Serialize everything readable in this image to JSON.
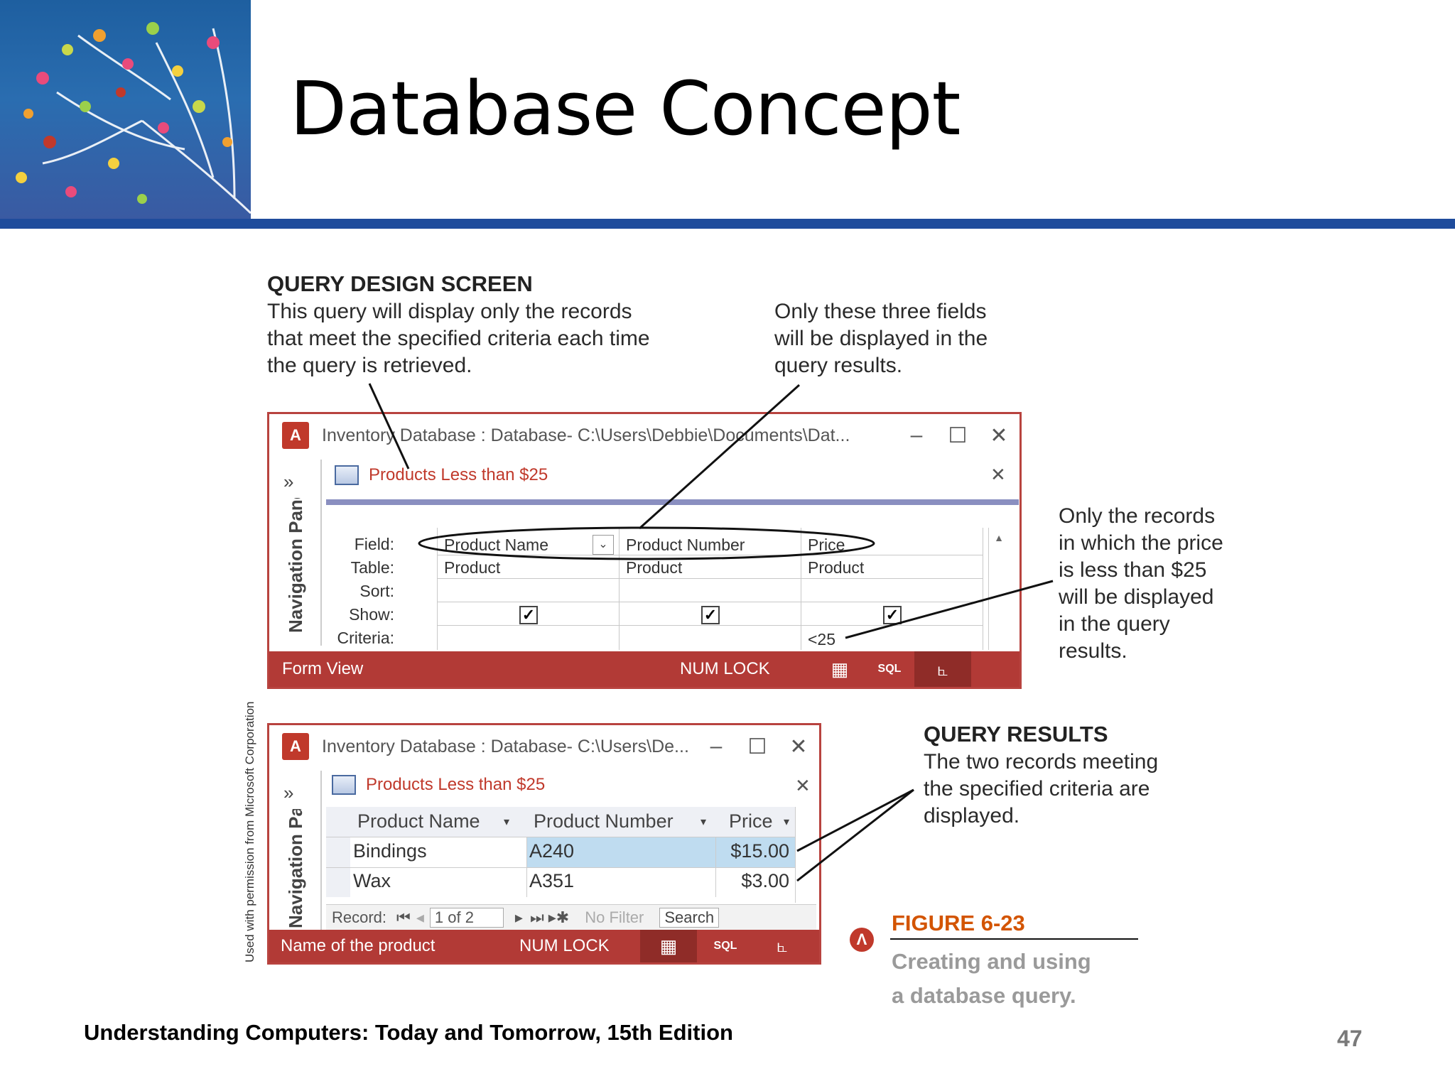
{
  "slide": {
    "title": "Database Concept",
    "footer": "Understanding Computers: Today and Tomorrow, 15th Edition",
    "page_number": "47",
    "credit": "Used with permission from Microsoft Corporation"
  },
  "callouts": {
    "design_title": "QUERY DESIGN SCREEN",
    "design_lines": [
      "This query will display only the records",
      "that meet the specified criteria each time",
      "the query is retrieved."
    ],
    "fields_lines": [
      "Only these three fields",
      "will be displayed in the",
      "query results."
    ],
    "price_lines": [
      "Only the records",
      "in which the price",
      "is less than $25",
      "will be displayed",
      "in the query",
      "results."
    ],
    "results_title": "QUERY RESULTS",
    "results_lines": [
      "The two records meeting",
      "the specified criteria are",
      "displayed."
    ]
  },
  "figure": {
    "label": "FIGURE 6-23",
    "caption_lines": [
      "Creating and using",
      "a database query."
    ]
  },
  "design_window": {
    "app_icon": "A",
    "title": "Inventory Database : Database- C:\\Users\\Debbie\\Documents\\Dat...",
    "minimize": "–",
    "maximize": "☐",
    "close": "✕",
    "nav_chevron": "»",
    "nav_pane": "Navigation Pane",
    "tab_label": "Products Less than $25",
    "tab_close": "✕",
    "row_labels": {
      "field": "Field:",
      "table": "Table:",
      "sort": "Sort:",
      "show": "Show:",
      "criteria": "Criteria:"
    },
    "columns": [
      {
        "field": "Product Name",
        "table": "Product",
        "show": "✓",
        "criteria": ""
      },
      {
        "field": "Product Number",
        "table": "Product",
        "show": "✓",
        "criteria": ""
      },
      {
        "field": "Price",
        "table": "Product",
        "show": "✓",
        "criteria": "<25"
      }
    ],
    "status_left": "Form View",
    "status_numlock": "NUM LOCK",
    "status_sql": "SQL"
  },
  "results_window": {
    "app_icon": "A",
    "title": "Inventory Database : Database- C:\\Users\\De...",
    "minimize": "–",
    "maximize": "☐",
    "close": "✕",
    "nav_chevron": "»",
    "nav_pane": "Navigation Pane",
    "tab_label": "Products Less than $25",
    "tab_close": "✕",
    "headers": [
      "Product Name",
      "Product Number",
      "Price"
    ],
    "rows": [
      {
        "name": "Bindings",
        "number": "A240",
        "price": "$15.00"
      },
      {
        "name": "Wax",
        "number": "A351",
        "price": "$3.00"
      }
    ],
    "record_label": "Record:",
    "record_position": "1 of 2",
    "no_filter": "No Filter",
    "search": "Search",
    "status_left": "Name of the product",
    "status_numlock": "NUM LOCK",
    "status_sql": "SQL"
  }
}
